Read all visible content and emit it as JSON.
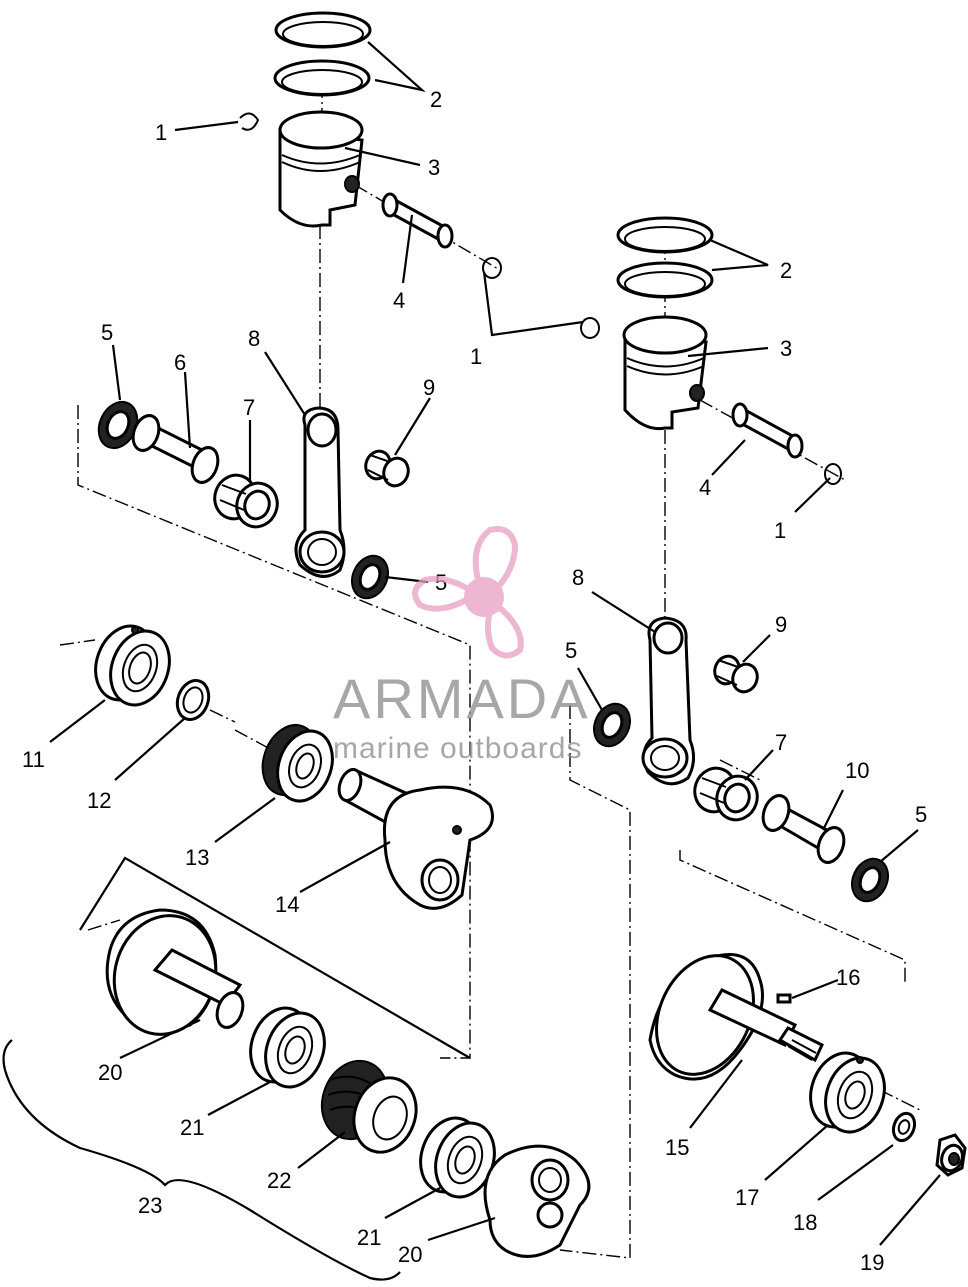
{
  "callouts": [
    {
      "id": "c1a",
      "label": "1"
    },
    {
      "id": "c2a",
      "label": "2"
    },
    {
      "id": "c3a",
      "label": "3"
    },
    {
      "id": "c4a",
      "label": "4"
    },
    {
      "id": "c1b",
      "label": "1"
    },
    {
      "id": "c5a",
      "label": "5"
    },
    {
      "id": "c6",
      "label": "6"
    },
    {
      "id": "c7a",
      "label": "7"
    },
    {
      "id": "c8a",
      "label": "8"
    },
    {
      "id": "c9a",
      "label": "9"
    },
    {
      "id": "c2b",
      "label": "2"
    },
    {
      "id": "c3b",
      "label": "3"
    },
    {
      "id": "c4b",
      "label": "4"
    },
    {
      "id": "c1c",
      "label": "1"
    },
    {
      "id": "c5b",
      "label": "5"
    },
    {
      "id": "c8b",
      "label": "8"
    },
    {
      "id": "c9b",
      "label": "9"
    },
    {
      "id": "c5c",
      "label": "5"
    },
    {
      "id": "c7b",
      "label": "7"
    },
    {
      "id": "c10",
      "label": "10"
    },
    {
      "id": "c5d",
      "label": "5"
    },
    {
      "id": "c11",
      "label": "11"
    },
    {
      "id": "c12",
      "label": "12"
    },
    {
      "id": "c13",
      "label": "13"
    },
    {
      "id": "c14",
      "label": "14"
    },
    {
      "id": "c16",
      "label": "16"
    },
    {
      "id": "c15",
      "label": "15"
    },
    {
      "id": "c17",
      "label": "17"
    },
    {
      "id": "c18",
      "label": "18"
    },
    {
      "id": "c19",
      "label": "19"
    },
    {
      "id": "c20a",
      "label": "20"
    },
    {
      "id": "c21a",
      "label": "21"
    },
    {
      "id": "c22",
      "label": "22"
    },
    {
      "id": "c23",
      "label": "23"
    },
    {
      "id": "c21b",
      "label": "21"
    },
    {
      "id": "c20b",
      "label": "20"
    }
  ],
  "watermark": {
    "brand": "ARMADA",
    "tagline": "marine outboards",
    "logo_color": "#e8a0c4",
    "text_color": "#8a8a8a"
  }
}
